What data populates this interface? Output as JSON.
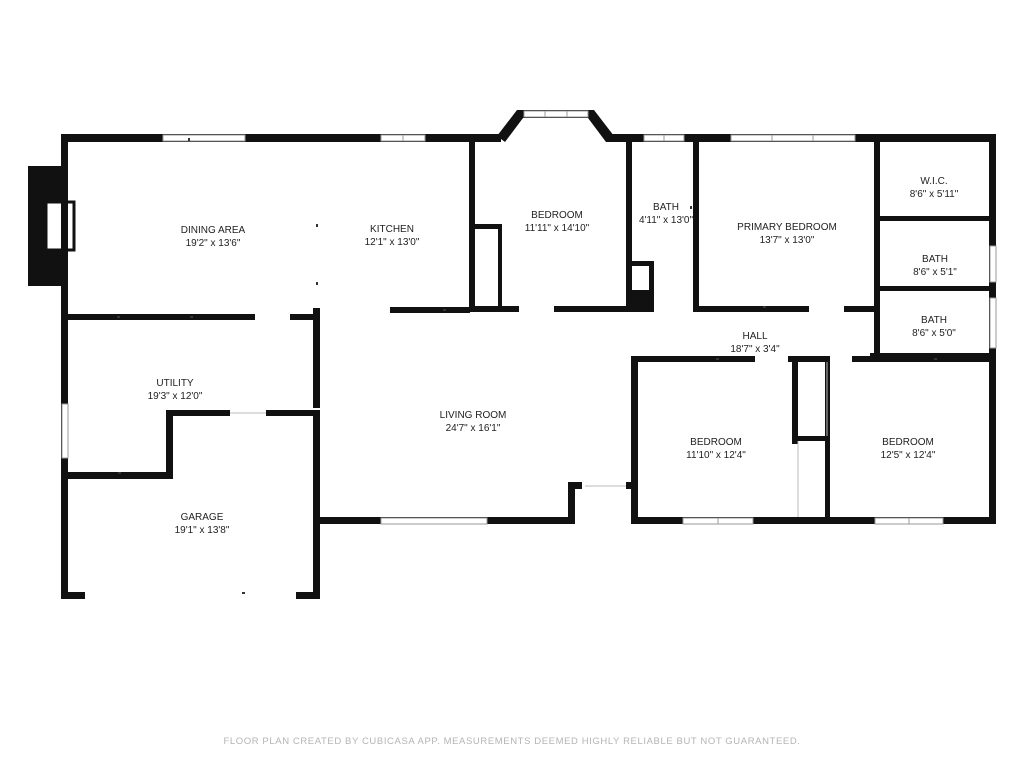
{
  "rooms": [
    {
      "id": "dining",
      "name": "DINING AREA",
      "dim": "19'2\" x 13'6\""
    },
    {
      "id": "kitchen",
      "name": "KITCHEN",
      "dim": "12'1\" x 13'0\""
    },
    {
      "id": "bed1",
      "name": "BEDROOM",
      "dim": "11'11\" x 14'10\""
    },
    {
      "id": "bath1",
      "name": "BATH",
      "dim": "4'11\" x 13'0\""
    },
    {
      "id": "primary",
      "name": "PRIMARY BEDROOM",
      "dim": "13'7\" x 13'0\""
    },
    {
      "id": "wic",
      "name": "W.I.C.",
      "dim": "8'6\" x 5'11\""
    },
    {
      "id": "bath2",
      "name": "BATH",
      "dim": "8'6\" x 5'1\""
    },
    {
      "id": "bath3",
      "name": "BATH",
      "dim": "8'6\" x 5'0\""
    },
    {
      "id": "hall",
      "name": "HALL",
      "dim": "18'7\" x 3'4\""
    },
    {
      "id": "utility",
      "name": "UTILITY",
      "dim": "19'3\" x 12'0\""
    },
    {
      "id": "living",
      "name": "LIVING ROOM",
      "dim": "24'7\" x 16'1\""
    },
    {
      "id": "bed2",
      "name": "BEDROOM",
      "dim": "11'10\" x 12'4\""
    },
    {
      "id": "bed3",
      "name": "BEDROOM",
      "dim": "12'5\" x 12'4\""
    },
    {
      "id": "garage",
      "name": "GARAGE",
      "dim": "19'1\" x 13'8\""
    }
  ],
  "footer": "FLOOR PLAN CREATED BY CUBICASA APP. MEASUREMENTS DEEMED HIGHLY RELIABLE BUT NOT GUARANTEED."
}
